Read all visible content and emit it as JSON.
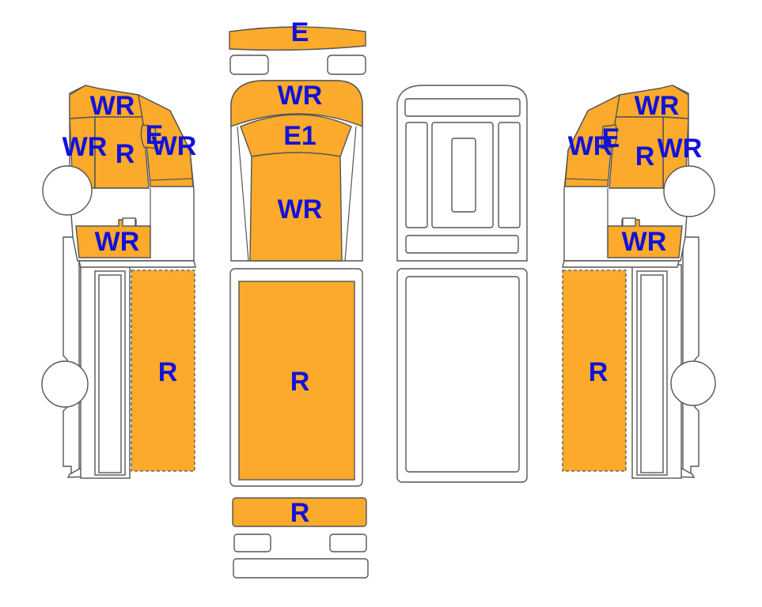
{
  "colors": {
    "panel_fill": "#FBAA2B",
    "label": "#1212D8",
    "outline": "#555555"
  },
  "labels": {
    "top_roof_front": "E",
    "top_hood": "WR",
    "top_windshield": "E1",
    "top_cowl": "WR",
    "top_cargo": "R",
    "top_rear": "R",
    "left_cab_top": "WR",
    "left_cab_front": "WR",
    "left_cab_door": "R",
    "left_cab_window": "E",
    "left_cab_pillar": "WR",
    "left_cab_lower": "WR",
    "left_cargo": "R",
    "right_cab_top": "WR",
    "right_cab_front": "WR",
    "right_cab_door": "R",
    "right_cab_window": "E",
    "right_cab_pillar": "WR",
    "right_cab_lower": "WR",
    "right_cargo": "R"
  }
}
